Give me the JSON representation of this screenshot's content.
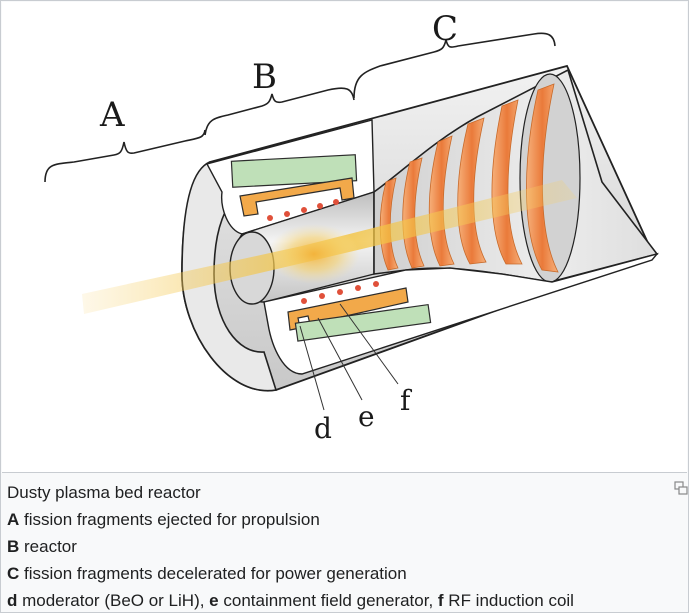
{
  "diagram": {
    "section_labels": {
      "a": "A",
      "b": "B",
      "c": "C"
    },
    "part_labels": {
      "d": "d",
      "e": "e",
      "f": "f"
    }
  },
  "caption": {
    "title": "Dusty plasma bed reactor",
    "items": [
      {
        "key": "A",
        "text": " fission fragments ejected for propulsion"
      },
      {
        "key": "B",
        "text": " reactor"
      },
      {
        "key": "C",
        "text": " fission fragments decelerated for power generation"
      }
    ],
    "last_line": {
      "d_key": "d",
      "d_text": " moderator (BeO or LiH), ",
      "e_key": "e",
      "e_text": " containment field generator, ",
      "f_key": "f",
      "f_text": " RF induction coil"
    }
  },
  "icons": {
    "enlarge": "enlarge-icon"
  },
  "colors": {
    "moderator": "#bfe0b8",
    "coil_frame": "#f2a94a",
    "plasma": "#f5c33b",
    "induction_band": "#ef8a4a",
    "field_dots": "#e0503a"
  }
}
